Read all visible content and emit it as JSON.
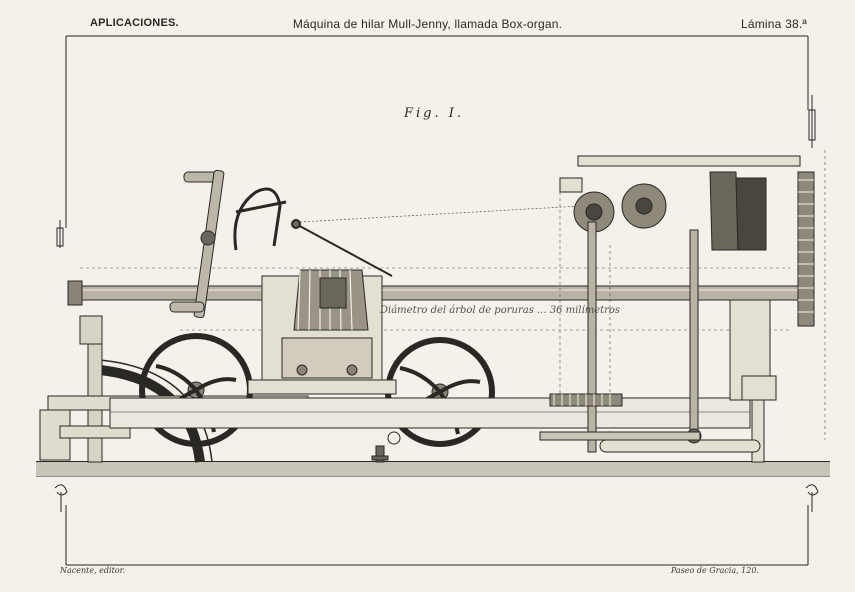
{
  "header": {
    "left": "APLICACIONES.",
    "title": "Máquina de hilar Mull-Jenny, llamada Box-organ.",
    "right": "Lámina 38.ª"
  },
  "figure": {
    "label": "Fig. I.",
    "note": "Diámetro del árbol de poruras ... 36 milímetros"
  },
  "footer": {
    "publisher": "Nacente, editor.",
    "address": "Paseo de Gracia, 120."
  },
  "colors": {
    "paper": "#f4f1ea",
    "ink": "#2a2824",
    "shade": "#6b665c"
  }
}
